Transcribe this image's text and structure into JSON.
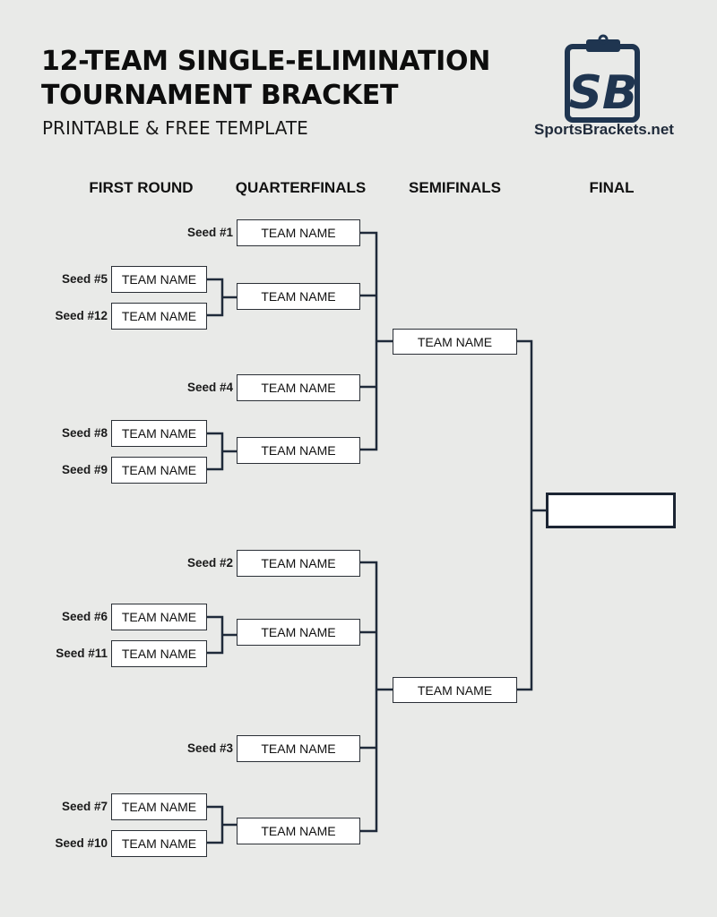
{
  "header": {
    "title_line1": "12-TEAM SINGLE-ELIMINATION",
    "title_line2": "TOURNAMENT BRACKET",
    "subtitle": "PRINTABLE & FREE TEMPLATE"
  },
  "logo": {
    "monogram": "SB",
    "icon": "clipboard-icon",
    "site": "SportsBrackets.net",
    "color": "#1f3550"
  },
  "rounds": [
    {
      "label": "FIRST ROUND"
    },
    {
      "label": "QUARTERFINALS"
    },
    {
      "label": "SEMIFINALS"
    },
    {
      "label": "FINAL"
    }
  ],
  "first_round": [
    {
      "seed": "Seed #5",
      "team": "TEAM NAME"
    },
    {
      "seed": "Seed #12",
      "team": "TEAM NAME"
    },
    {
      "seed": "Seed #8",
      "team": "TEAM NAME"
    },
    {
      "seed": "Seed #9",
      "team": "TEAM NAME"
    },
    {
      "seed": "Seed #6",
      "team": "TEAM NAME"
    },
    {
      "seed": "Seed #11",
      "team": "TEAM NAME"
    },
    {
      "seed": "Seed #7",
      "team": "TEAM NAME"
    },
    {
      "seed": "Seed #10",
      "team": "TEAM NAME"
    }
  ],
  "quarterfinals": [
    {
      "seed": "Seed #1",
      "team": "TEAM NAME"
    },
    {
      "seed": "",
      "team": "TEAM NAME"
    },
    {
      "seed": "Seed #4",
      "team": "TEAM NAME"
    },
    {
      "seed": "",
      "team": "TEAM NAME"
    },
    {
      "seed": "Seed #2",
      "team": "TEAM NAME"
    },
    {
      "seed": "",
      "team": "TEAM NAME"
    },
    {
      "seed": "Seed #3",
      "team": "TEAM NAME"
    },
    {
      "seed": "",
      "team": "TEAM NAME"
    }
  ],
  "semifinals": [
    {
      "team": "TEAM NAME"
    },
    {
      "team": "TEAM NAME"
    }
  ],
  "final": {
    "team": ""
  },
  "colors": {
    "background": "#e9eae8",
    "line": "#1f2a3a",
    "box_border": "#2a2f36"
  }
}
